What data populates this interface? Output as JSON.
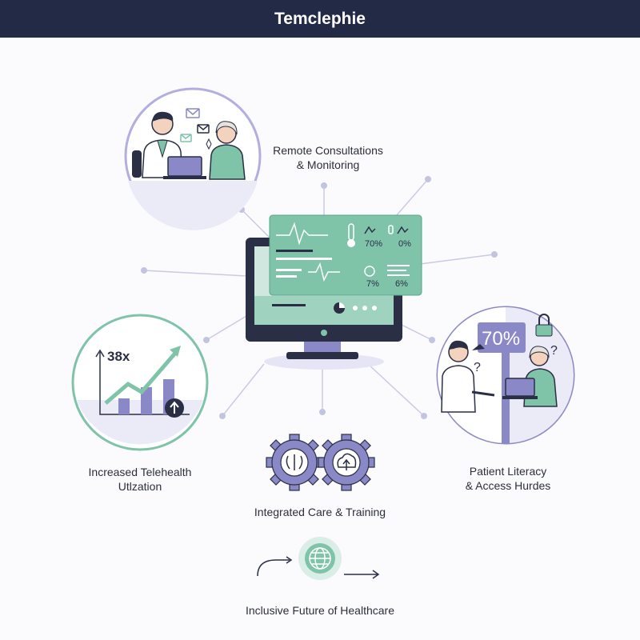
{
  "header": {
    "title": "Temclephie"
  },
  "nodes": {
    "remote": {
      "line1": "Remote Consultations",
      "line2": "& Monitoring"
    },
    "utilization": {
      "line1": "Increased Telehealth",
      "line2": "Utlzation",
      "stat": "38x"
    },
    "literacy": {
      "line1": "Patient Literacy",
      "line2": "& Access Hurdes",
      "stat": "70%"
    },
    "integrated": {
      "label": "Integrated Care & Training"
    },
    "future": {
      "label": "Inclusive Future of Healthcare"
    }
  },
  "dashboard": {
    "stat_a": "70%",
    "stat_b": "0%",
    "stat_c": "7%",
    "stat_d": "6%"
  },
  "colors": {
    "title_bar": "#232a45",
    "accent_green": "#7fc3a9",
    "accent_purple": "#8b88c8",
    "ring": "#a8a4d6"
  },
  "icons": [
    "doctor-icon",
    "patient-icon",
    "laptop-icon",
    "mail-icon",
    "monitor-icon",
    "chart-icon",
    "upload-arrow-icon",
    "lock-icon",
    "question-icon",
    "brain-gear-icon",
    "cloud-gear-icon",
    "globe-icon",
    "arrow-right-icon"
  ]
}
